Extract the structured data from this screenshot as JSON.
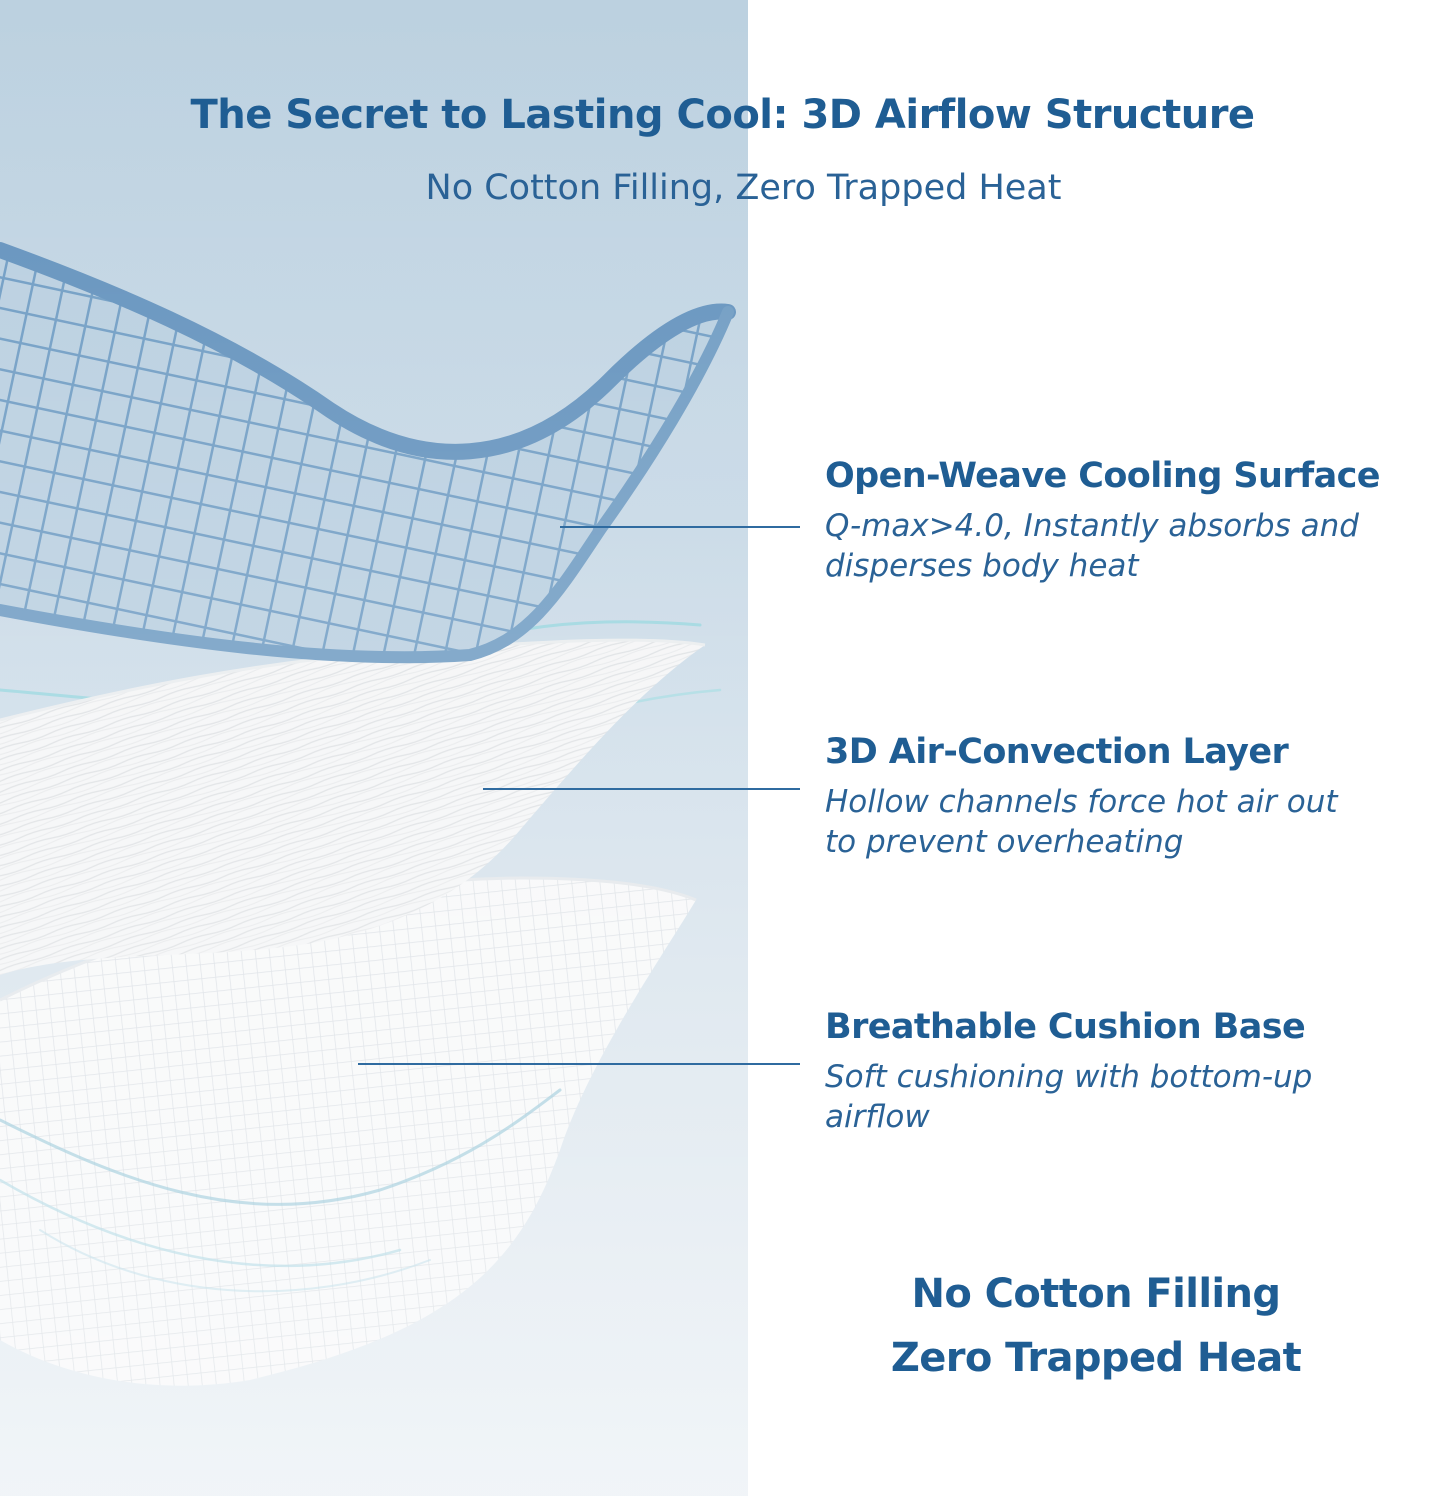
{
  "header": {
    "title": "The Secret to Lasting Cool: 3D Airflow Structure",
    "subtitle": "No Cotton Filling, Zero Trapped Heat"
  },
  "features": [
    {
      "title": "Open-Weave Cooling Surface",
      "description": "Q-max>4.0, Instantly absorbs and\ndisperses body heat"
    },
    {
      "title": "3D Air-Convection Layer",
      "description": "Hollow channels force hot air out\nto prevent overheating"
    },
    {
      "title": "Breathable Cushion Base",
      "description": "Soft cushioning with bottom-up\nairflow"
    }
  ],
  "closing": {
    "line1": "No Cotton Filling",
    "line2": "Zero Trapped Heat"
  },
  "colors": {
    "heading_blue": "#1f5d93",
    "text_blue": "#2a6296",
    "panel_blue": "#bcd1e0",
    "mesh_blue": "#6f9cc3",
    "background": "#ffffff"
  }
}
